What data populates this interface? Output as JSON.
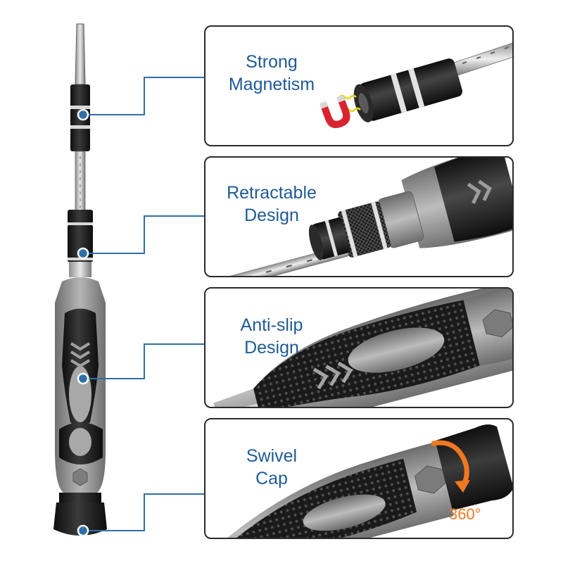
{
  "features": [
    {
      "line1": "Strong",
      "line2": "Magnetism"
    },
    {
      "line1": "Retractable",
      "line2": "Design"
    },
    {
      "line1": "Anti-slip",
      "line2": "Design"
    },
    {
      "line1": "Swivel",
      "line2": "Cap"
    }
  ],
  "rotation_label": "360°",
  "colors": {
    "label_text": "#1f5b94",
    "callout_line": "#2e6fa8",
    "panel_border": "#2b2b2b",
    "accent": "#f07820",
    "handle_black": "#1c1c1c",
    "handle_grey": "#9a9a9a",
    "magnet_red": "#d9232e"
  },
  "icons": [
    "magnet-icon",
    "rotate-arrow-icon"
  ]
}
